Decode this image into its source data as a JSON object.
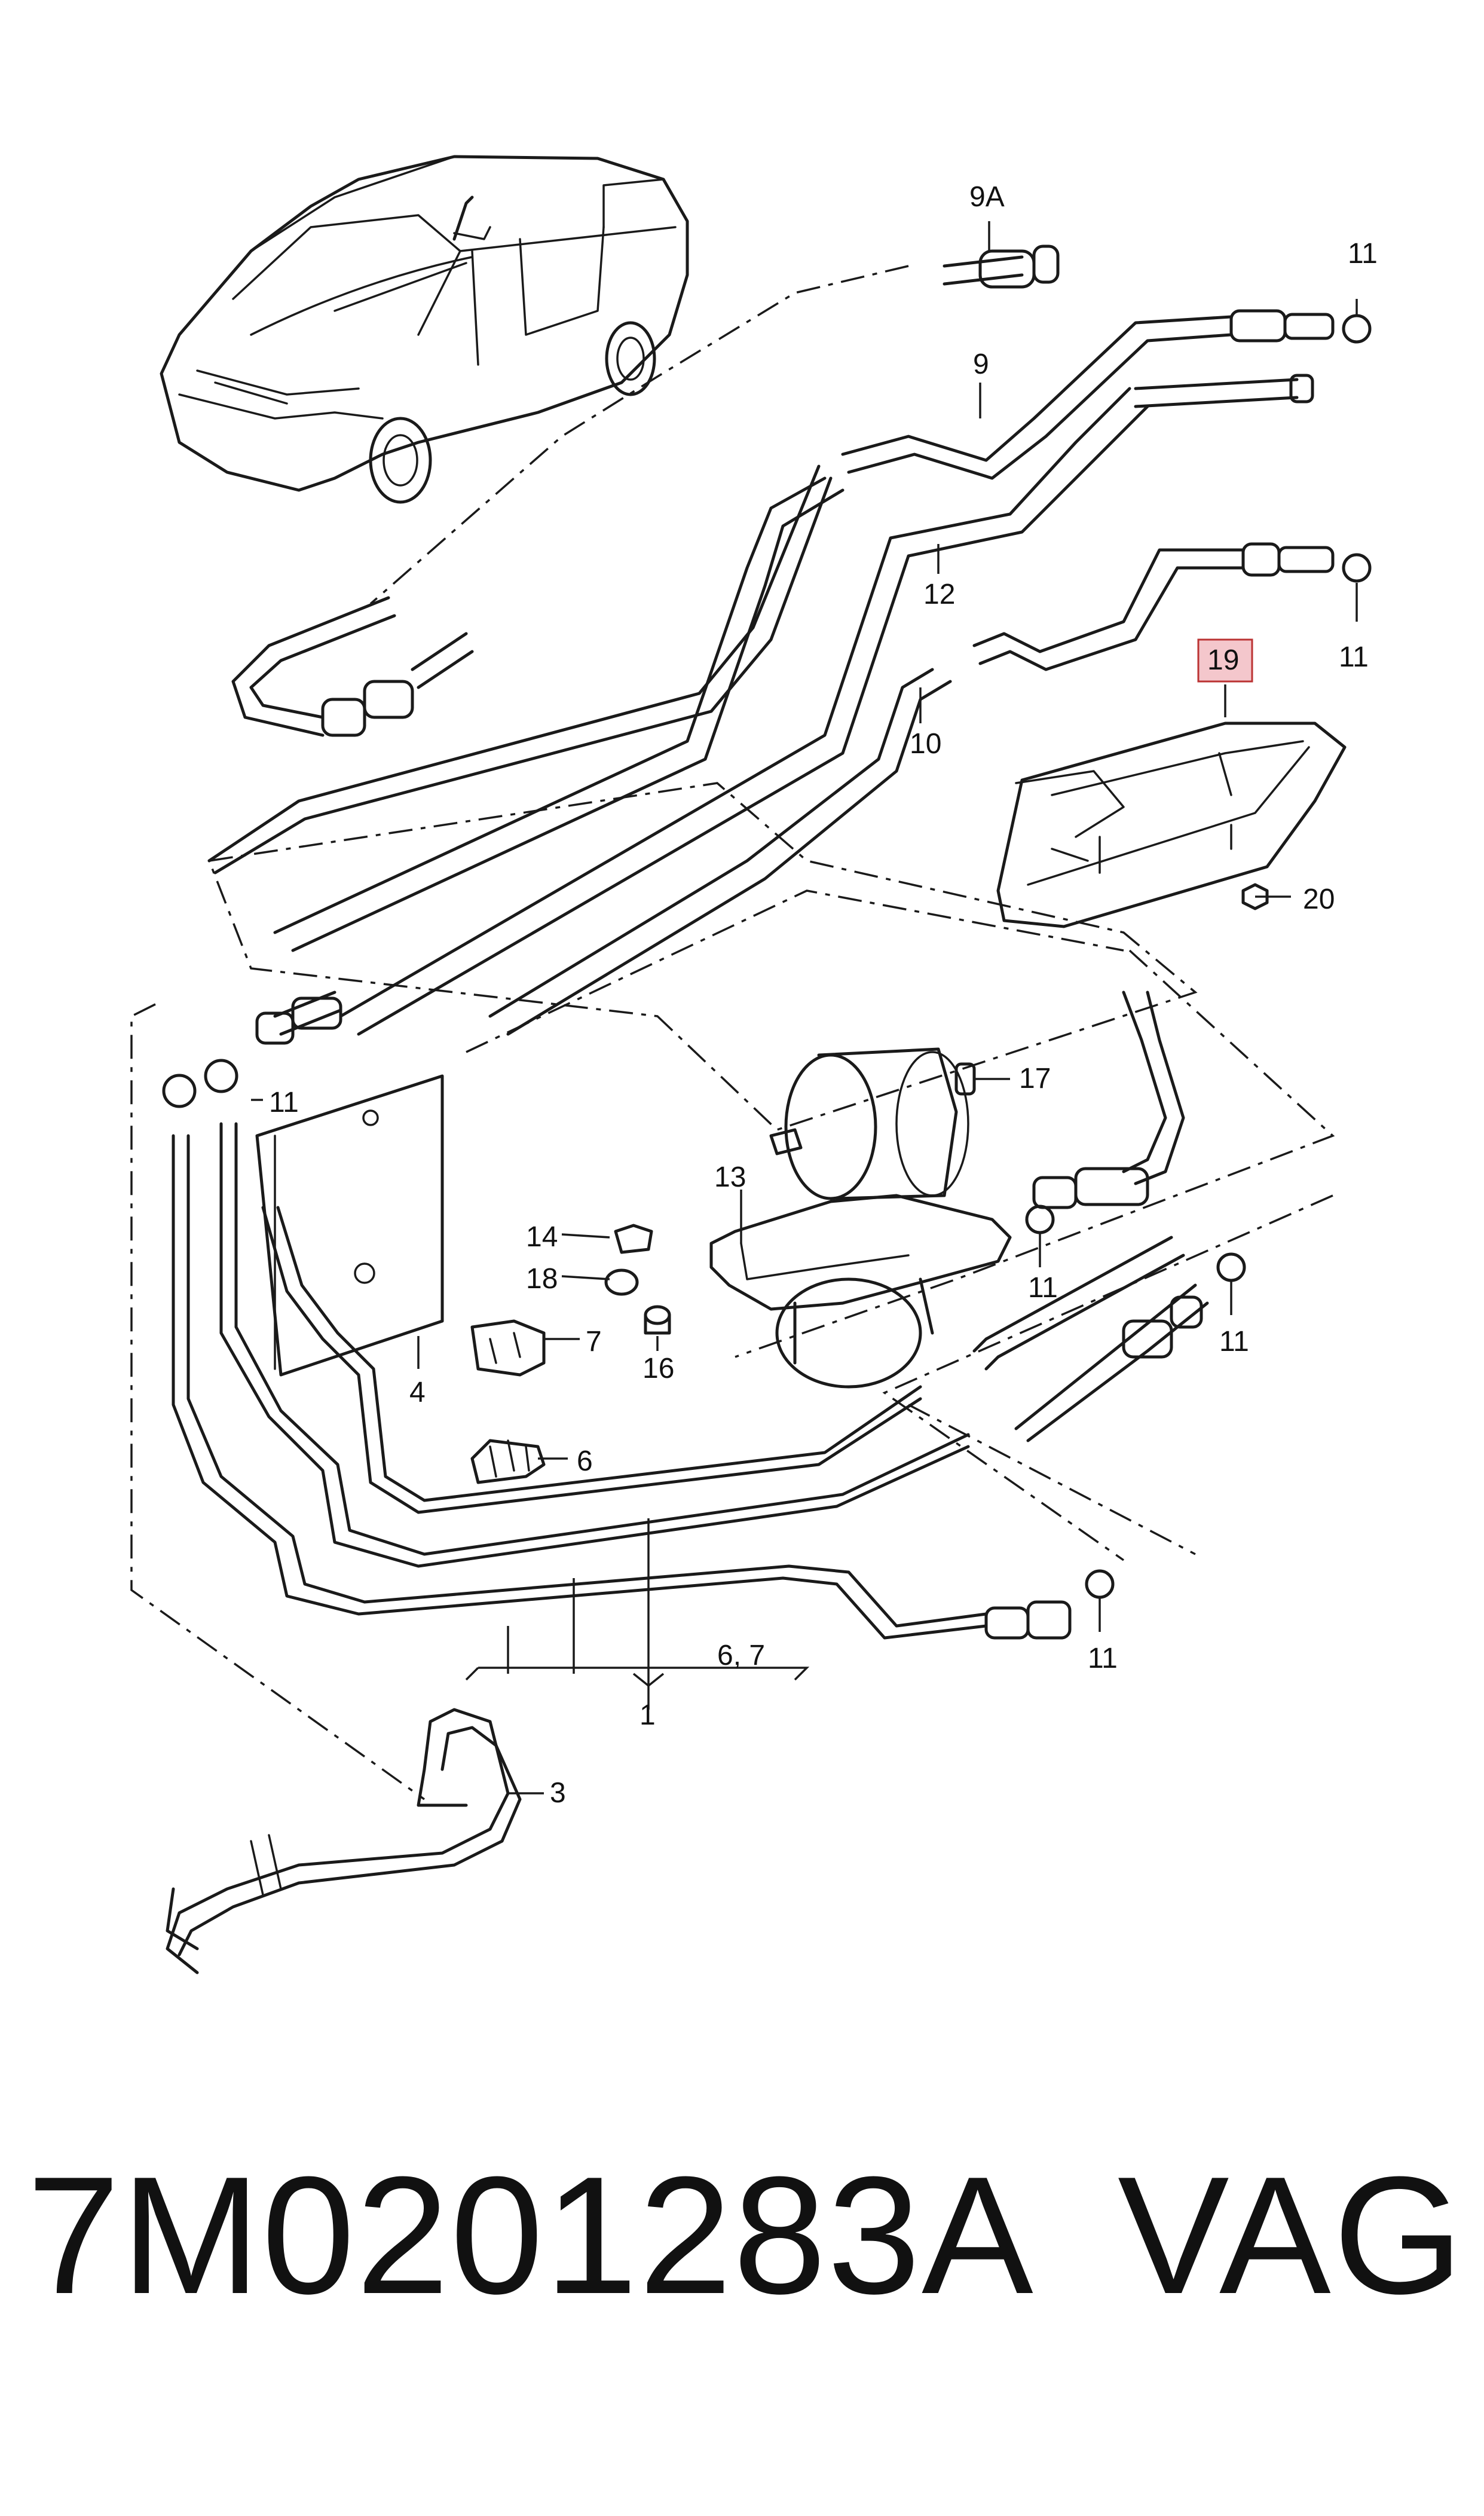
{
  "callouts": {
    "c9A": "9A",
    "c9": "9",
    "c11_top": "11",
    "c12": "12",
    "c11_mid": "11",
    "c19": "19",
    "c10": "10",
    "c20": "20",
    "c11_left": "11",
    "c17": "17",
    "c13": "13",
    "c14": "14",
    "c18": "18",
    "c11_filter": "11",
    "c7": "7",
    "c16": "16",
    "c11_right": "11",
    "c4": "4",
    "c6": "6",
    "c11_bottom": "11",
    "c67": "6, 7",
    "c1": "1",
    "c3": "3"
  },
  "highlight_color": "#f4c7cc",
  "footer": {
    "part_number": "7M0201283A",
    "brand": "VAG"
  }
}
